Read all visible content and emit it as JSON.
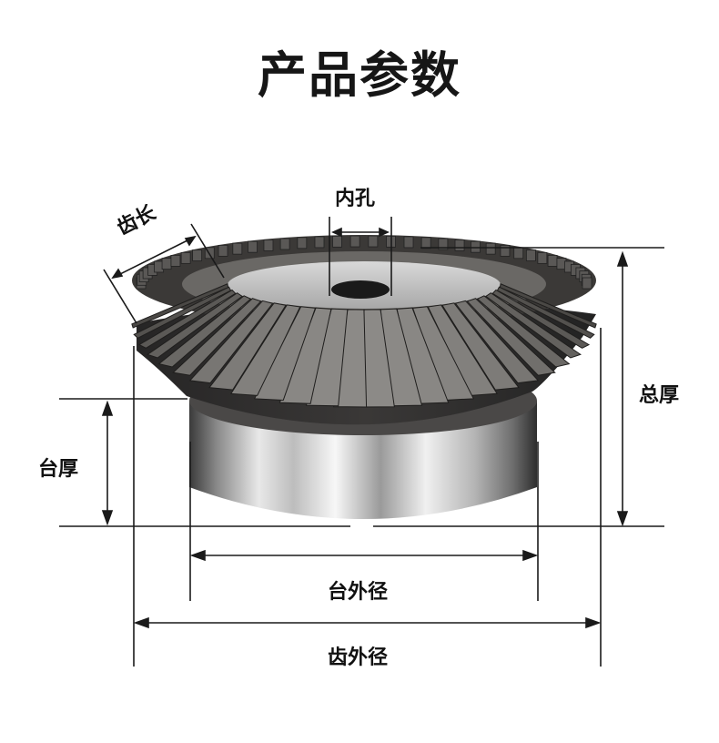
{
  "title": "产品参数",
  "labels": {
    "bore": "内孔",
    "tooth_length": "齿长",
    "total_thickness": "总厚",
    "hub_thickness": "台厚",
    "hub_outer_diameter": "台外径",
    "tooth_outer_diameter": "齿外径"
  },
  "colors": {
    "text": "#111111",
    "dimension_line": "#1a1a1a",
    "gear_dark": "#2e2c2b",
    "gear_light": "#8e8c89",
    "steel_light": "#f2f2f2",
    "steel_dark": "#3a3a3a"
  }
}
